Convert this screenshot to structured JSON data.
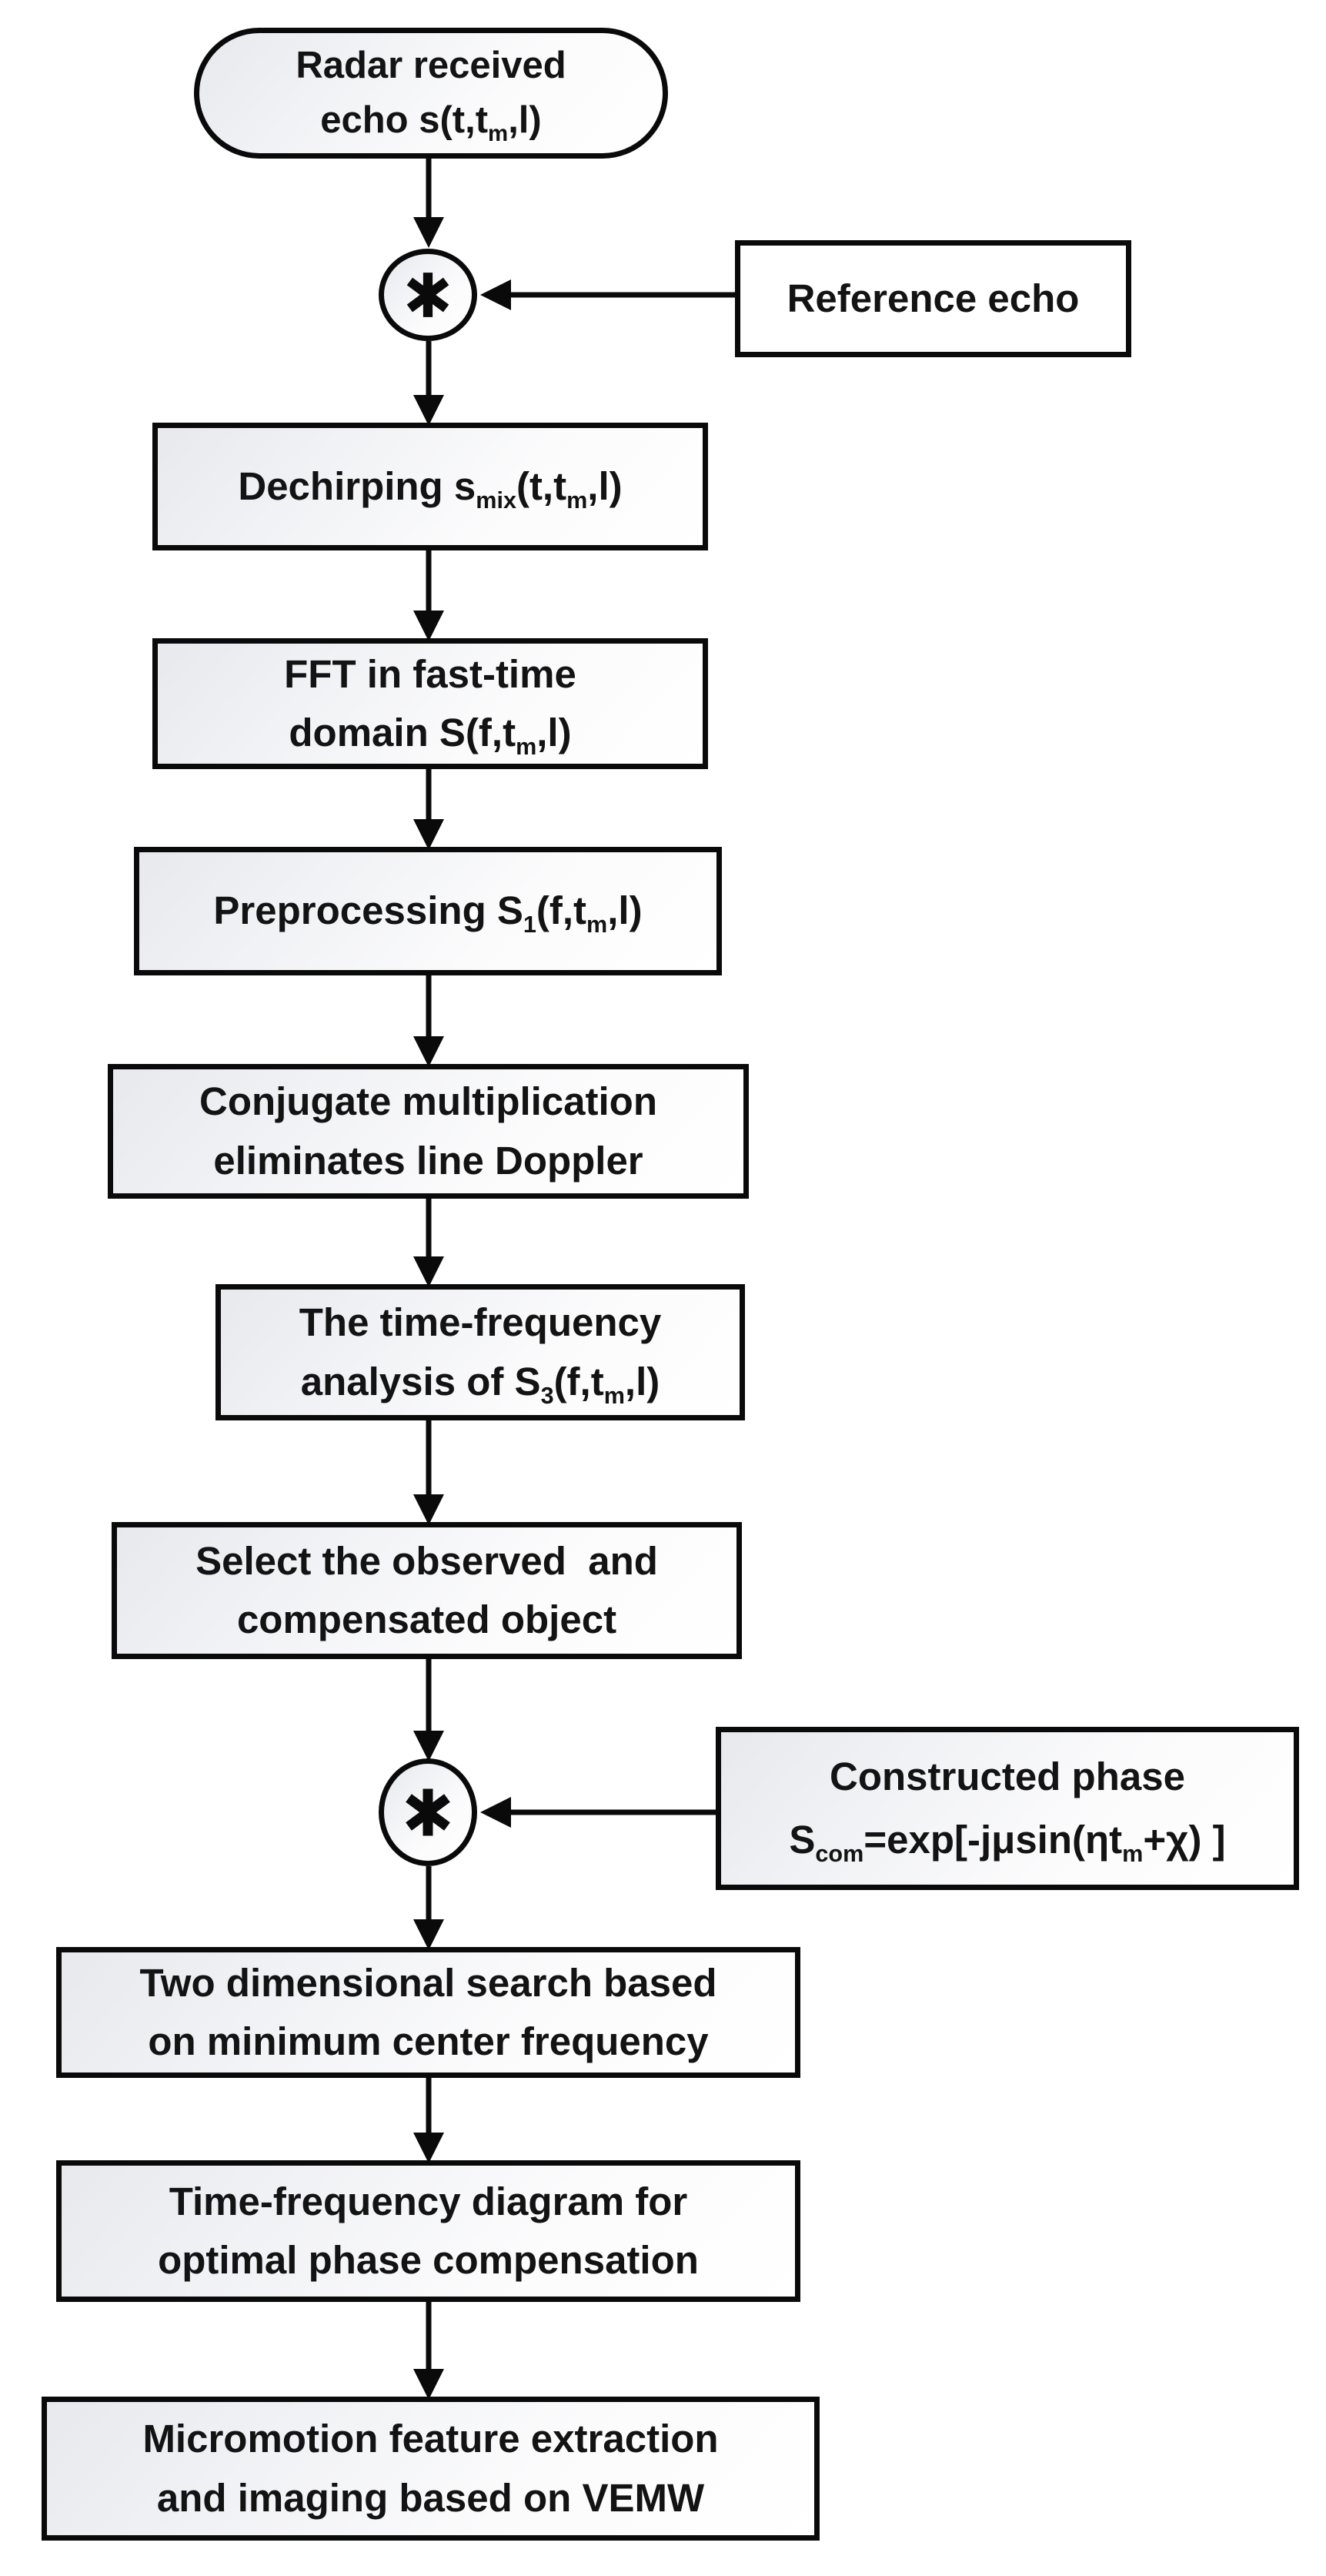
{
  "colors": {
    "ink": "#0a0a0a",
    "text": "#131313",
    "fill_gradient_start": "#e7e9ed",
    "fill_white": "#ffffff"
  },
  "flow": {
    "nodes": {
      "radar": {
        "shape": "stadium",
        "lines": [
          [
            {
              "t": "Radar received"
            }
          ],
          [
            {
              "t": "echo s(t,t"
            },
            {
              "t": "m",
              "sub": true
            },
            {
              "t": ",l)"
            }
          ]
        ]
      },
      "conv1": {
        "shape": "circle",
        "symbol": "∗",
        "meaning": "convolution-multiply operator"
      },
      "reference": {
        "shape": "rect",
        "lines": [
          [
            {
              "t": "Reference echo"
            }
          ]
        ]
      },
      "dechirp": {
        "shape": "rect",
        "lines": [
          [
            {
              "t": "Dechirping s"
            },
            {
              "t": "mix",
              "sub": true
            },
            {
              "t": "(t,t"
            },
            {
              "t": "m",
              "sub": true
            },
            {
              "t": ",l)"
            }
          ]
        ]
      },
      "fft": {
        "shape": "rect",
        "lines": [
          [
            {
              "t": "FFT in fast-time"
            }
          ],
          [
            {
              "t": "domain S(f,t"
            },
            {
              "t": "m",
              "sub": true
            },
            {
              "t": ",l)"
            }
          ]
        ]
      },
      "preprocess": {
        "shape": "rect",
        "lines": [
          [
            {
              "t": "Preprocessing S"
            },
            {
              "t": "1",
              "sub": true
            },
            {
              "t": "(f,t"
            },
            {
              "t": "m",
              "sub": true
            },
            {
              "t": ",l)"
            }
          ]
        ]
      },
      "conjugate": {
        "shape": "rect",
        "lines": [
          [
            {
              "t": "Conjugate multiplication"
            }
          ],
          [
            {
              "t": "eliminates line Doppler"
            }
          ]
        ]
      },
      "tfa": {
        "shape": "rect",
        "lines": [
          [
            {
              "t": "The time-frequency"
            }
          ],
          [
            {
              "t": "analysis of S"
            },
            {
              "t": "3",
              "sub": true
            },
            {
              "t": "(f,t"
            },
            {
              "t": "m",
              "sub": true
            },
            {
              "t": ",l)"
            }
          ]
        ]
      },
      "select": {
        "shape": "rect",
        "lines": [
          [
            {
              "t": "Select the observed  and"
            }
          ],
          [
            {
              "t": "compensated object"
            }
          ]
        ]
      },
      "conv2": {
        "shape": "circle",
        "symbol": "∗",
        "meaning": "convolution-multiply operator"
      },
      "constructed": {
        "shape": "rect",
        "lines": [
          [
            {
              "t": "Constructed phase"
            }
          ],
          [
            {
              "t": "S"
            },
            {
              "t": "com",
              "sub": true
            },
            {
              "t": "=exp[-jμsin(ηt"
            },
            {
              "t": "m",
              "sub": true
            },
            {
              "t": "+χ) ]"
            }
          ]
        ]
      },
      "twodim": {
        "shape": "rect",
        "lines": [
          [
            {
              "t": "Two dimensional search based"
            }
          ],
          [
            {
              "t": "on minimum center frequency"
            }
          ]
        ]
      },
      "tfdiagram": {
        "shape": "rect",
        "lines": [
          [
            {
              "t": "Time-frequency diagram for"
            }
          ],
          [
            {
              "t": "optimal phase compensation"
            }
          ]
        ]
      },
      "micromotion": {
        "shape": "rect",
        "lines": [
          [
            {
              "t": "Micromotion feature extraction"
            }
          ],
          [
            {
              "t": "and imaging based on VEMW"
            }
          ]
        ]
      }
    }
  }
}
